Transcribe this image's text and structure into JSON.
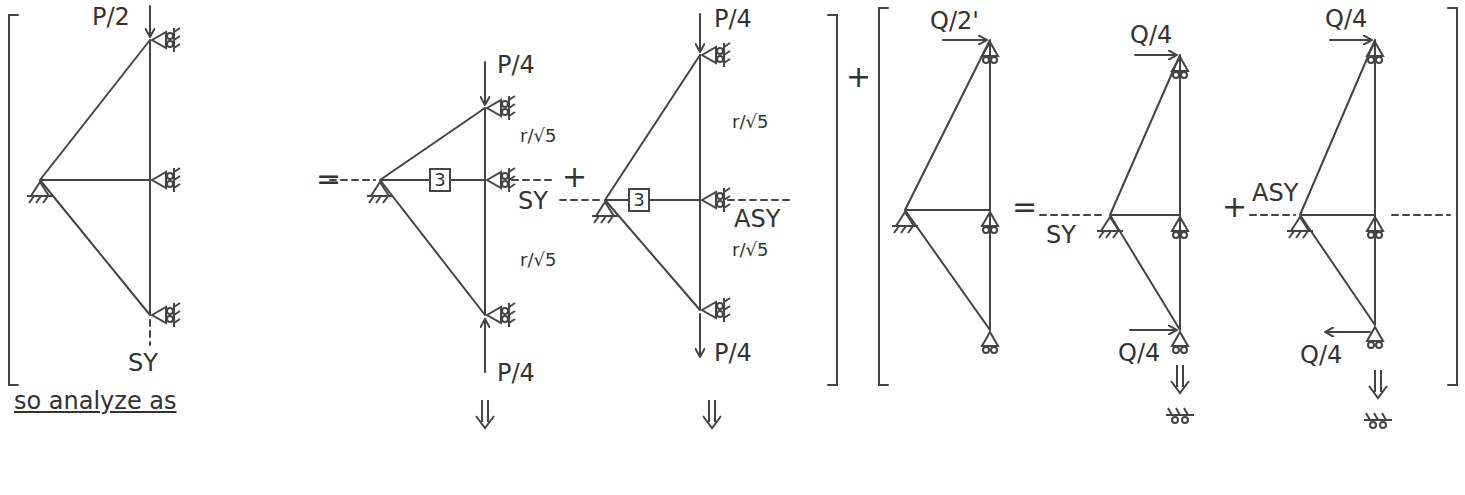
{
  "diagram": {
    "nodes": [
      {
        "text": [
          "3"
        ]
      },
      {
        "text": [
          "3"
        ]
      }
    ],
    "labels": [
      "P/2",
      "SY",
      "=",
      "P/4",
      "r/√5",
      "r/√5",
      "SY",
      "+",
      "P/4",
      "P/4",
      "r/√5",
      "r/√5",
      "ASY",
      "P/4",
      "+",
      "Q/2'",
      "Q/4",
      "Q/4",
      "=",
      "SY",
      "+",
      "ASY",
      "Q/4",
      "Q/4",
      "so analyze as"
    ]
  }
}
